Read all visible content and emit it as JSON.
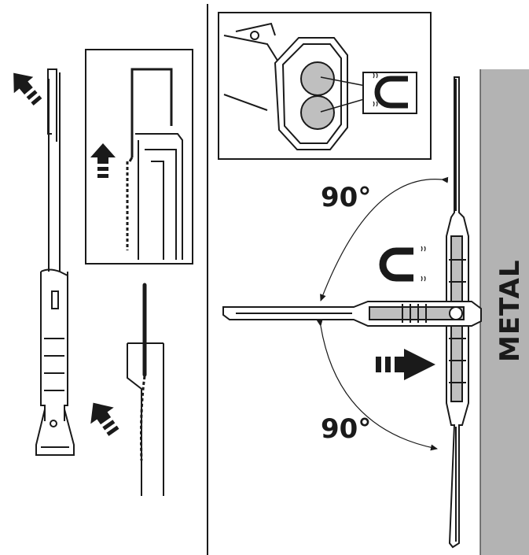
{
  "labels": {
    "angle_top": "90°",
    "angle_bottom": "90°",
    "surface": "METAL"
  },
  "colors": {
    "line": "#1a1a1a",
    "metal_fill": "#b3b3b3",
    "lamp_fill": "#ffffff",
    "lamp_dark": "#bfbfbf"
  },
  "icons": [
    "magnet-icon",
    "arrow-icon",
    "hook-icon"
  ]
}
